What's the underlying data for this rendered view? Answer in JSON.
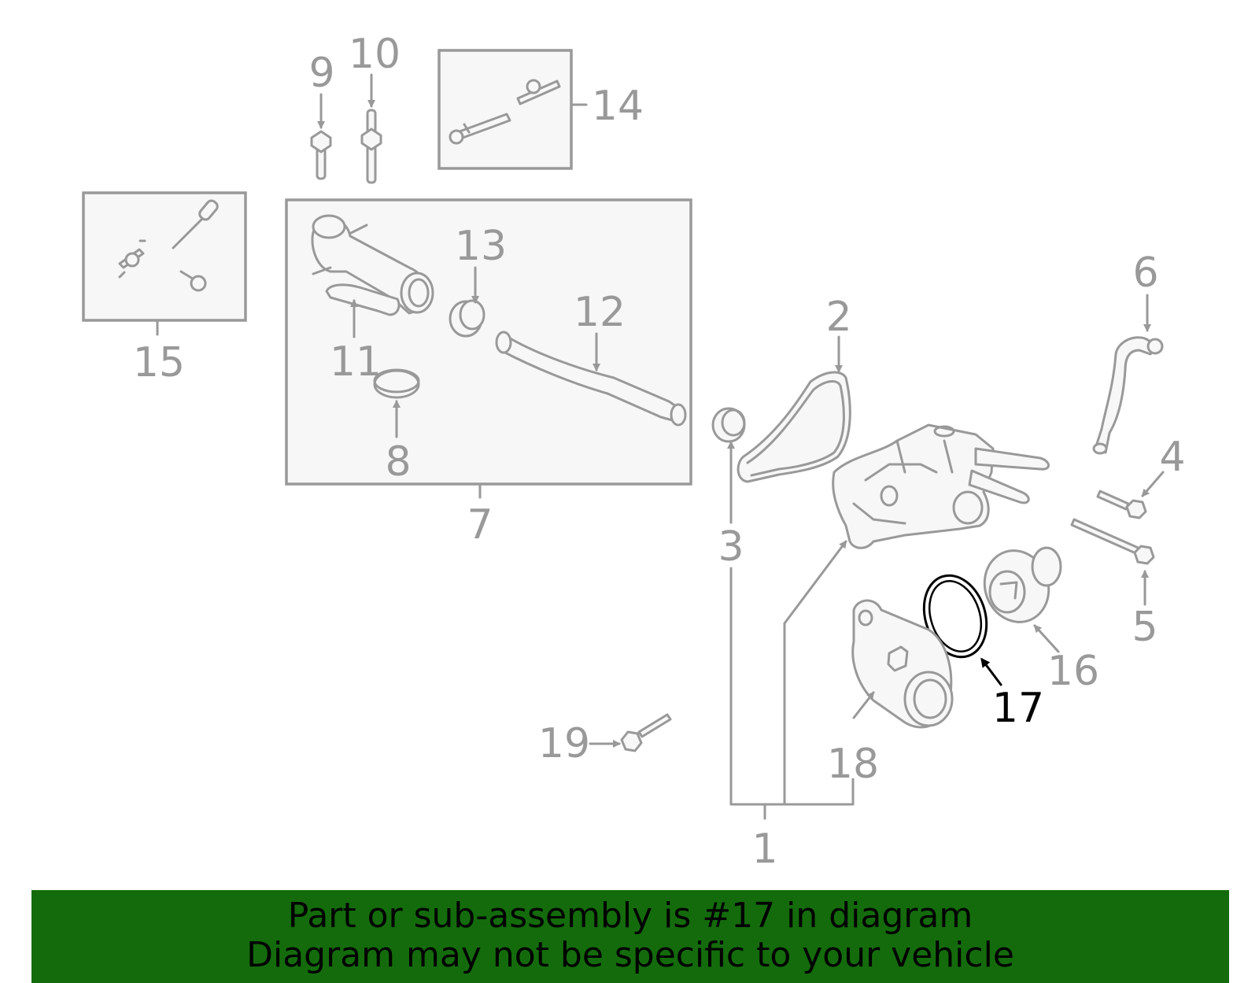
{
  "callouts": {
    "n1": "1",
    "n2": "2",
    "n3": "3",
    "n4": "4",
    "n5": "5",
    "n6": "6",
    "n7": "7",
    "n8": "8",
    "n9": "9",
    "n10": "10",
    "n11": "11",
    "n12": "12",
    "n13": "13",
    "n14": "14",
    "n15": "15",
    "n16": "16",
    "n17": "17",
    "n18": "18",
    "n19": "19"
  },
  "highlighted_part": "17",
  "colors": {
    "highlight": "#000000",
    "callout": "#999999",
    "banner": "#146b0c"
  },
  "banner": {
    "line1": "Part or sub-assembly is #17 in diagram",
    "line2": "Diagram may not be specific to your vehicle"
  }
}
